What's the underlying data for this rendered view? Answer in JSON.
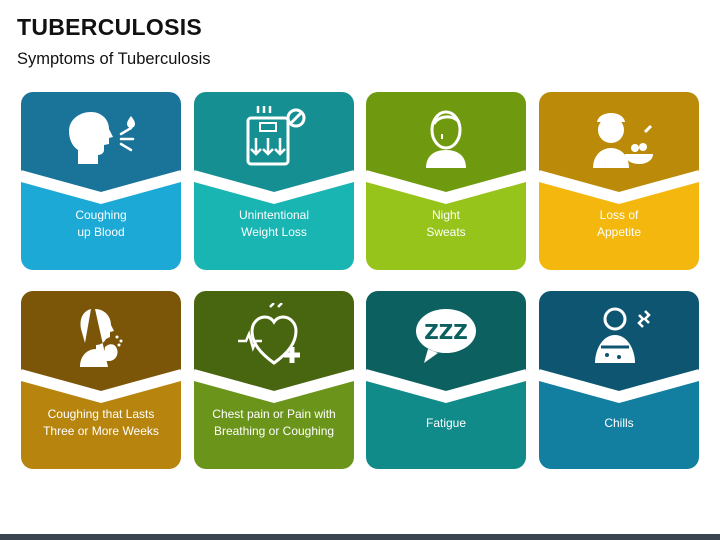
{
  "header": {
    "title": "TUBERCULOSIS",
    "subtitle": "Symptoms of Tuberculosis"
  },
  "cards": [
    {
      "label": "Coughing\nup Blood",
      "icon": "coughing-person-icon",
      "top_color": "#1a7399",
      "bottom_color": "#1ca9d6"
    },
    {
      "label": "Unintentional\nWeight Loss",
      "icon": "weighing-scale-icon",
      "top_color": "#168f92",
      "bottom_color": "#18b5b2"
    },
    {
      "label": "Night\nSweats",
      "icon": "sweating-person-icon",
      "top_color": "#6f9a10",
      "bottom_color": "#97c41a"
    },
    {
      "label": "Loss of\nAppetite",
      "icon": "no-appetite-icon",
      "top_color": "#bb8a08",
      "bottom_color": "#f4b70d"
    },
    {
      "label": "Coughing that Lasts\nThree or More Weeks",
      "icon": "persistent-cough-icon",
      "top_color": "#7b5508",
      "bottom_color": "#b7850e"
    },
    {
      "label": "Chest pain or Pain with\nBreathing or Coughing",
      "icon": "heart-pain-icon",
      "top_color": "#486510",
      "bottom_color": "#6b941a"
    },
    {
      "label": "Fatigue",
      "icon": "sleep-zzz-icon",
      "top_color": "#0c6060",
      "bottom_color": "#118a8a"
    },
    {
      "label": "Chills",
      "icon": "shivering-person-icon",
      "top_color": "#0d5570",
      "bottom_color": "#127fa0"
    }
  ]
}
